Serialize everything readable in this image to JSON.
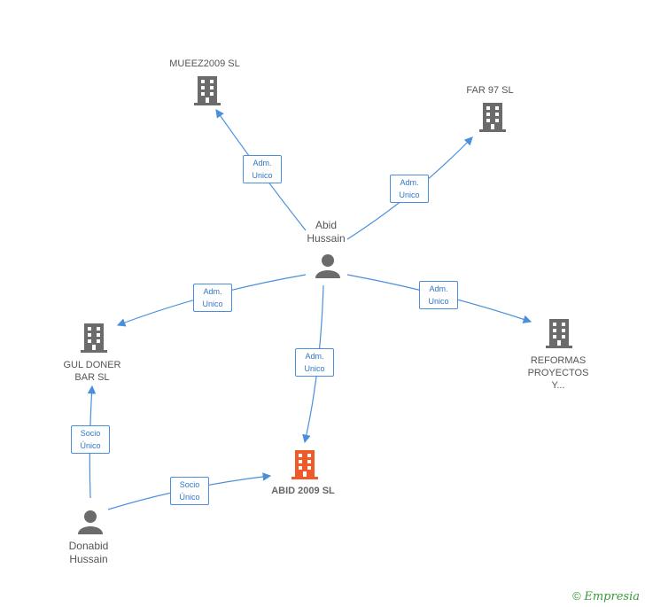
{
  "nodes": {
    "muez": {
      "label": "MUEEZ2009 SL"
    },
    "far97": {
      "label": "FAR 97 SL"
    },
    "abid_person": {
      "label_line1": "Abid",
      "label_line2": "Hussain"
    },
    "gul": {
      "label_line1": "GUL DONER",
      "label_line2": "BAR SL"
    },
    "reformas": {
      "label_line1": "REFORMAS",
      "label_line2": "PROYECTOS",
      "label_line3": "Y..."
    },
    "abid2009": {
      "label": "ABID 2009 SL"
    },
    "donabid": {
      "label_line1": "Donabid",
      "label_line2": "Hussain"
    }
  },
  "edges": {
    "e1": {
      "line1": "Adm.",
      "line2": "Unico"
    },
    "e2": {
      "line1": "Adm.",
      "line2": "Unico"
    },
    "e3": {
      "line1": "Adm.",
      "line2": "Unico"
    },
    "e4": {
      "line1": "Adm.",
      "line2": "Unico"
    },
    "e5": {
      "line1": "Adm.",
      "line2": "Unico"
    },
    "e6": {
      "line1": "Socio",
      "line2": "Único"
    },
    "e7": {
      "line1": "Socio",
      "line2": "Único"
    }
  },
  "colors": {
    "edge": "#4a8fdc",
    "building": "#6b6b6b",
    "focus_building": "#f05a28",
    "person": "#6b6b6b"
  },
  "footer": {
    "copyright": "©",
    "brand": "Empresia"
  }
}
